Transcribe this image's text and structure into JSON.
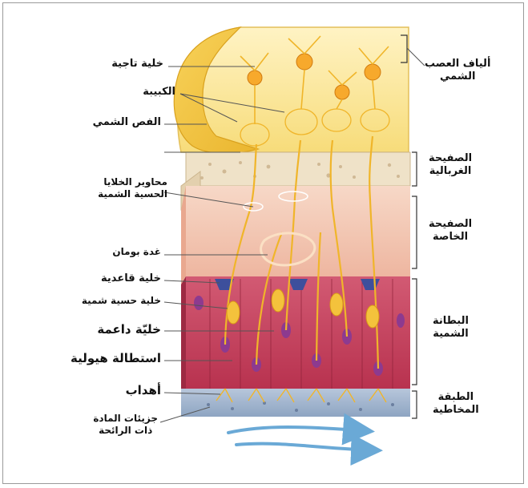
{
  "figure": {
    "colors": {
      "bulb": "#f3c53b",
      "bulb_light": "#fbe9a6",
      "bone": "#efe2c8",
      "lamina": "#f4c8b4",
      "epithelium": "#c7405c",
      "mucus": "#9fb3cc",
      "neuron": "#f0b52a",
      "basal": "#3d4f9c",
      "nucleus": "#9a3b8c",
      "airflow": "#6aa9d6"
    },
    "left_labels": {
      "mitral_cell": "خلية تاجية",
      "glomerulus": "الكبيبة",
      "olfactory_lobe": "الفص الشمي",
      "axons_line1": "محاوير الخلايا",
      "axons_line2": "الحسية الشمية",
      "bowman_gland": "غدة بومان",
      "basal_cell": "خلية قاعدية",
      "receptor_cell": "خلية حسية شمية",
      "supporting_cell": "خليّة داعمة",
      "microvilli": "استطالة هيولية",
      "cilia": "أهداب",
      "odor_line1": "جزيئات المادة",
      "odor_line2": "ذات الرائحة"
    },
    "right_labels": {
      "nerve_fibers_line1": "ألياف العصب",
      "nerve_fibers_line2": "الشمي",
      "cribriform_line1": "الصفيحة",
      "cribriform_line2": "الغربالية",
      "lamina_line1": "الصفيحة",
      "lamina_line2": "الخاصة",
      "epithelium_line1": "البطانة",
      "epithelium_line2": "الشمية",
      "mucosa_line1": "الطبقة",
      "mucosa_line2": "المخاطية"
    }
  }
}
